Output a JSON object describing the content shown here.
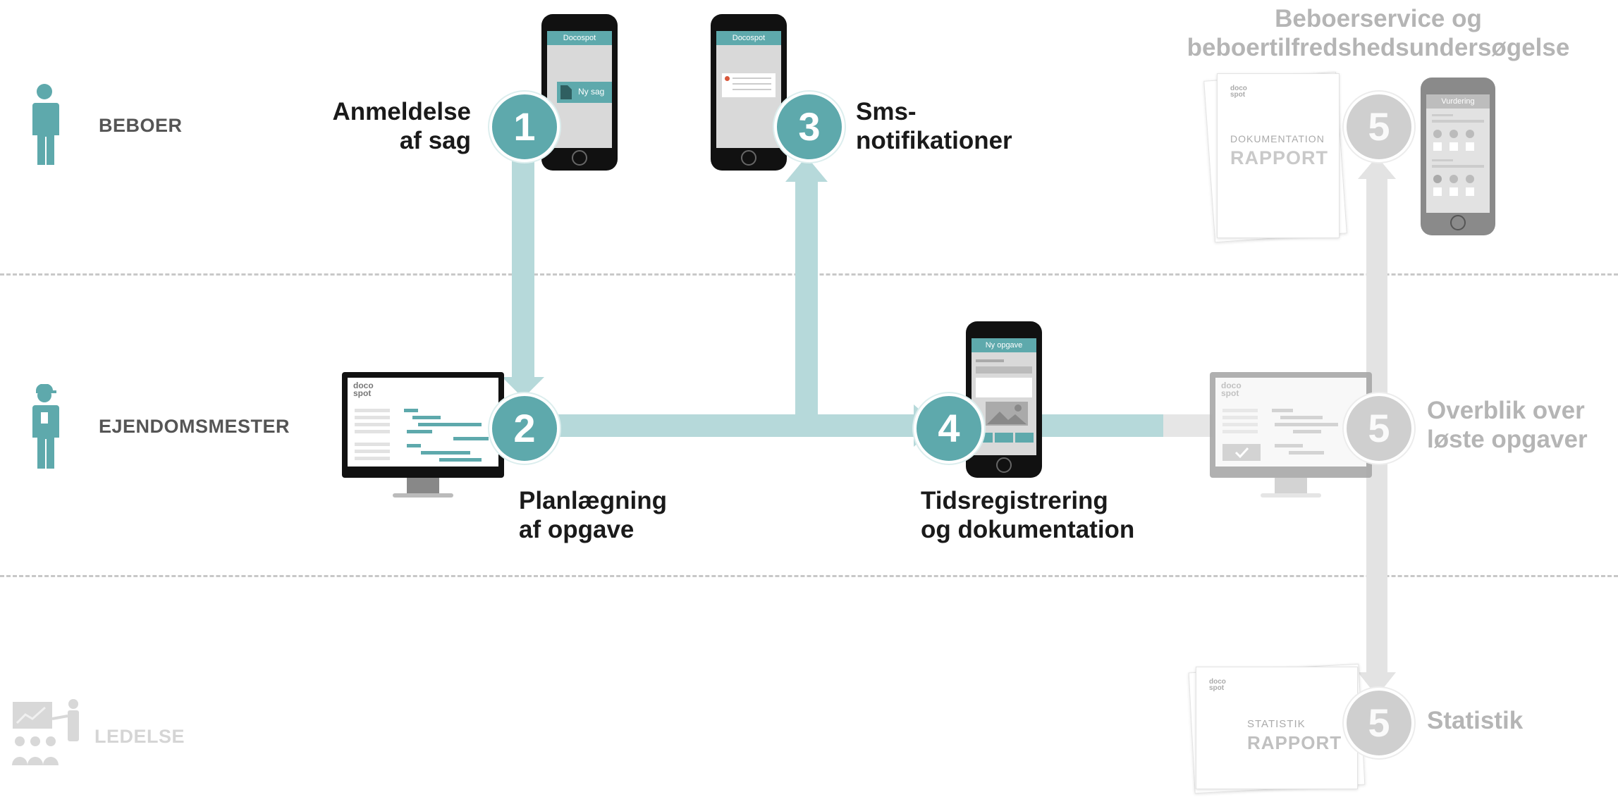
{
  "roles": {
    "resident": "BEBOER",
    "caretaker": "EJENDOMSMESTER",
    "management": "LEDELSE"
  },
  "steps": {
    "s1": {
      "number": "1",
      "label": "Anmeldelse\naf sag"
    },
    "s2": {
      "number": "2",
      "label": "Planlægning\naf opgave"
    },
    "s3": {
      "number": "3",
      "label": "Sms-\nnotifikationer"
    },
    "s4": {
      "number": "4",
      "label": "Tidsregistrering\nog dokumentation"
    },
    "s5a": {
      "number": "5",
      "label": "Beboerservice og\nbeboertilfredshedsundersøgelse"
    },
    "s5b": {
      "number": "5",
      "label": "Overblik over\nløste opgaver"
    },
    "s5c": {
      "number": "5",
      "label": "Statistik"
    }
  },
  "phones": {
    "p1": {
      "header": "Docospot",
      "button": "Ny sag"
    },
    "p3": {
      "header": "Docospot"
    },
    "p4": {
      "header": "Ny opgave"
    },
    "p5": {
      "header": "Vurdering"
    }
  },
  "logo": {
    "line1": "doco",
    "line2": "spot"
  },
  "reports": {
    "documentation": {
      "top": "DOKUMENTATION",
      "bottom": "RAPPORT"
    },
    "statistics": {
      "top": "STATISTIK",
      "bottom": "RAPPORT"
    }
  },
  "colors": {
    "accent": "#5ea9ac",
    "arrow": "#b6d9da",
    "grey": "#cfcfcf",
    "text": "#1a1a1a"
  },
  "icons": [
    "person-icon",
    "caretaker-icon",
    "presentation-icon",
    "alert-icon",
    "image-icon",
    "camera-icon",
    "checkmark-icon",
    "smiley-icon"
  ]
}
